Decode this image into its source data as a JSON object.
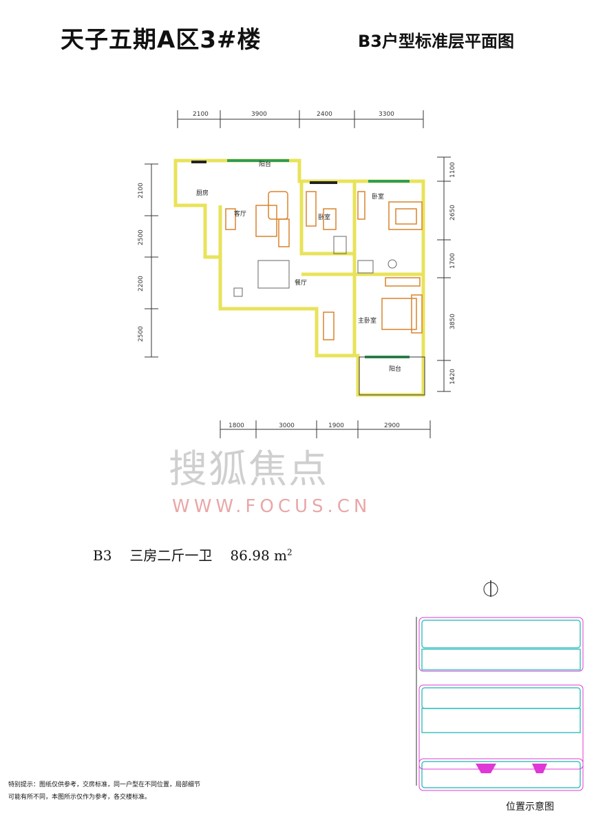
{
  "title": "天子五期A区3#楼",
  "subtitle": "B3户型标准层平面图",
  "dimensions": {
    "top": [
      "2100",
      "3900",
      "2400",
      "3300"
    ],
    "bottom": [
      "1800",
      "3000",
      "1900",
      "2900"
    ],
    "left": [
      "2100",
      "2500",
      "2200",
      "2500"
    ],
    "right": [
      "1100",
      "2650",
      "1700",
      "3850",
      "1420"
    ]
  },
  "rooms": {
    "balcony_top": "阳台",
    "kitchen": "厨房",
    "living": "客厅",
    "bedroom_small": "卧室",
    "bedroom_right": "卧室",
    "dining": "餐厅",
    "master": "主卧室",
    "balcony_bottom": "阳台"
  },
  "watermark": {
    "cn": "搜狐焦点",
    "en": "WWW.FOCUS.CN"
  },
  "summary": {
    "code": "B3",
    "layout": "三房二斤一卫",
    "area": "86.98 m",
    "area_unit_sup": "2"
  },
  "site_plan": {
    "caption": "位置示意图"
  },
  "note": {
    "line1": "特别提示：图纸仅供参考，交房标准，同一户型在不同位置，局部细节",
    "line2": "可能有所不同，本图所示仅作为参考，各交楼标准。"
  },
  "colors": {
    "wall": "#e8e35a",
    "window": "#2e9d55",
    "furniture": "#d9822b",
    "site_outline": "#3ec2c2",
    "site_accent": "#e038d6",
    "watermark_red": "#e9a7a7"
  }
}
